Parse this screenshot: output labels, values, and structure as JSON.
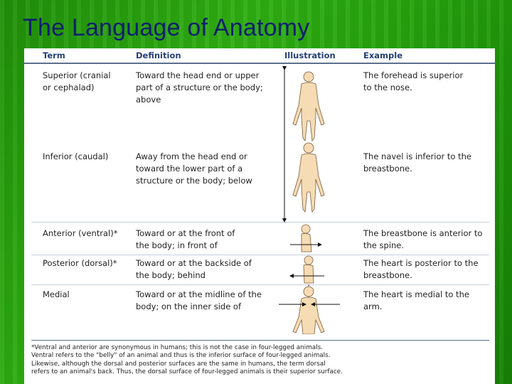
{
  "slide": {
    "title": "The Language of Anatomy"
  },
  "table": {
    "headers": {
      "term": "Term",
      "definition": "Definition",
      "illustration": "Illustration",
      "example": "Example"
    },
    "rows": [
      {
        "term": "Superior (cranial\nor cephalad)",
        "definition": "Toward the head end or upper\npart of a structure or the body;\nabove",
        "example": "The forehead is superior\nto the nose."
      },
      {
        "term": "Inferior (caudal)",
        "definition": "Away from the head end or\ntoward the lower part of a\nstructure or the body; below",
        "example": "The navel is inferior to the\nbreastbone."
      },
      {
        "term": "Anterior (ventral)*",
        "definition": "Toward or at the front of\nthe body; in front of",
        "example": "The breastbone is anterior to\nthe spine."
      },
      {
        "term": "Posterior (dorsal)*",
        "definition": "Toward or at the backside of\nthe body; behind",
        "example": "The heart is posterior to the\nbreastbone."
      },
      {
        "term": "Medial",
        "definition": "Toward or at the midline of the\nbody; on the inner side of",
        "example": "The heart is medial to the\narm."
      }
    ],
    "footnote": "*Ventral and anterior are synonymous in humans; this is not the case in four-legged animals.\nVentral refers to the \"belly\" of an animal and thus is the inferior surface of four-legged animals.\nLikewise, although the dorsal and posterior surfaces are the same in humans, the term dorsal\nrefers to an animal's back. Thus, the dorsal surface of four-legged animals is their superior surface."
  },
  "colors": {
    "title": "#0b1f6e",
    "header_text": "#233f74",
    "skin": "#f6dcb4",
    "background": "#22a00c"
  }
}
